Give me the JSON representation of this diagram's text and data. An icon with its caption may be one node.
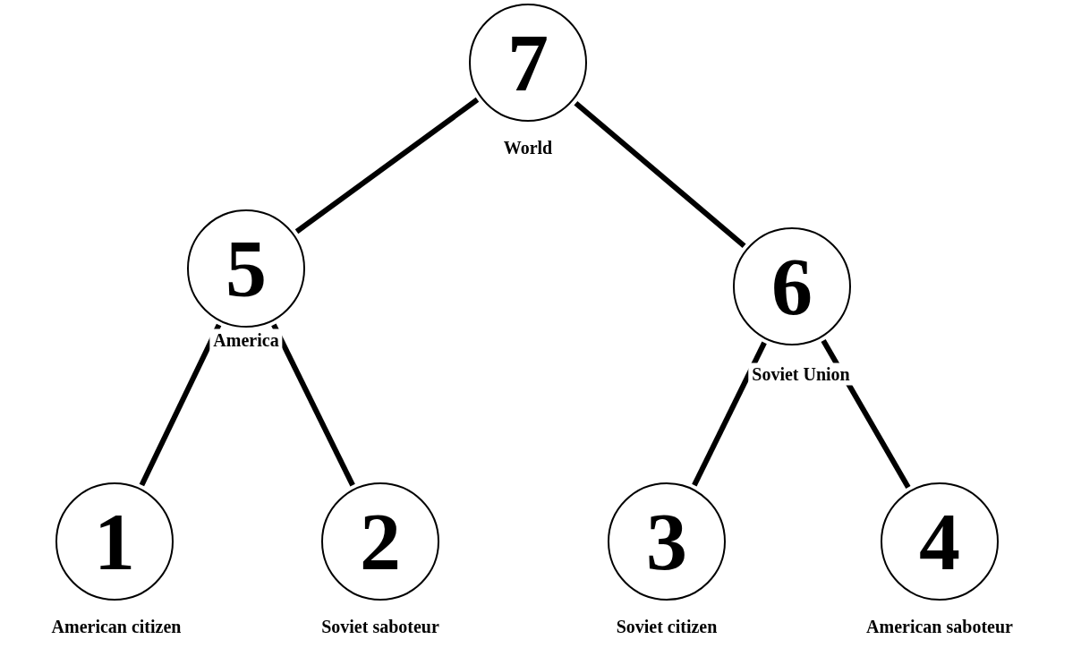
{
  "diagram": {
    "nodes": [
      {
        "text": [
          "7"
        ],
        "beside": [
          "World"
        ]
      },
      {
        "text": [
          "5"
        ],
        "beside": [
          "America"
        ]
      },
      {
        "text": [
          "6"
        ],
        "beside": [
          "Soviet Union"
        ]
      },
      {
        "text": [
          "1"
        ],
        "beside": [
          "American citizen"
        ]
      },
      {
        "text": [
          "2"
        ],
        "beside": [
          "Soviet saboteur"
        ]
      },
      {
        "text": [
          "3"
        ],
        "beside": [
          "Soviet citizen"
        ]
      },
      {
        "text": [
          "4"
        ],
        "beside": [
          "American saboteur"
        ]
      }
    ],
    "edges": [
      {
        "from": 0,
        "to": 1,
        "arrow": "none"
      },
      {
        "from": 0,
        "to": 2,
        "arrow": "none"
      },
      {
        "from": 1,
        "to": 3,
        "arrow": "none"
      },
      {
        "from": 1,
        "to": 4,
        "arrow": "none"
      },
      {
        "from": 2,
        "to": 5,
        "arrow": "none"
      },
      {
        "from": 2,
        "to": 6,
        "arrow": "none"
      }
    ]
  }
}
